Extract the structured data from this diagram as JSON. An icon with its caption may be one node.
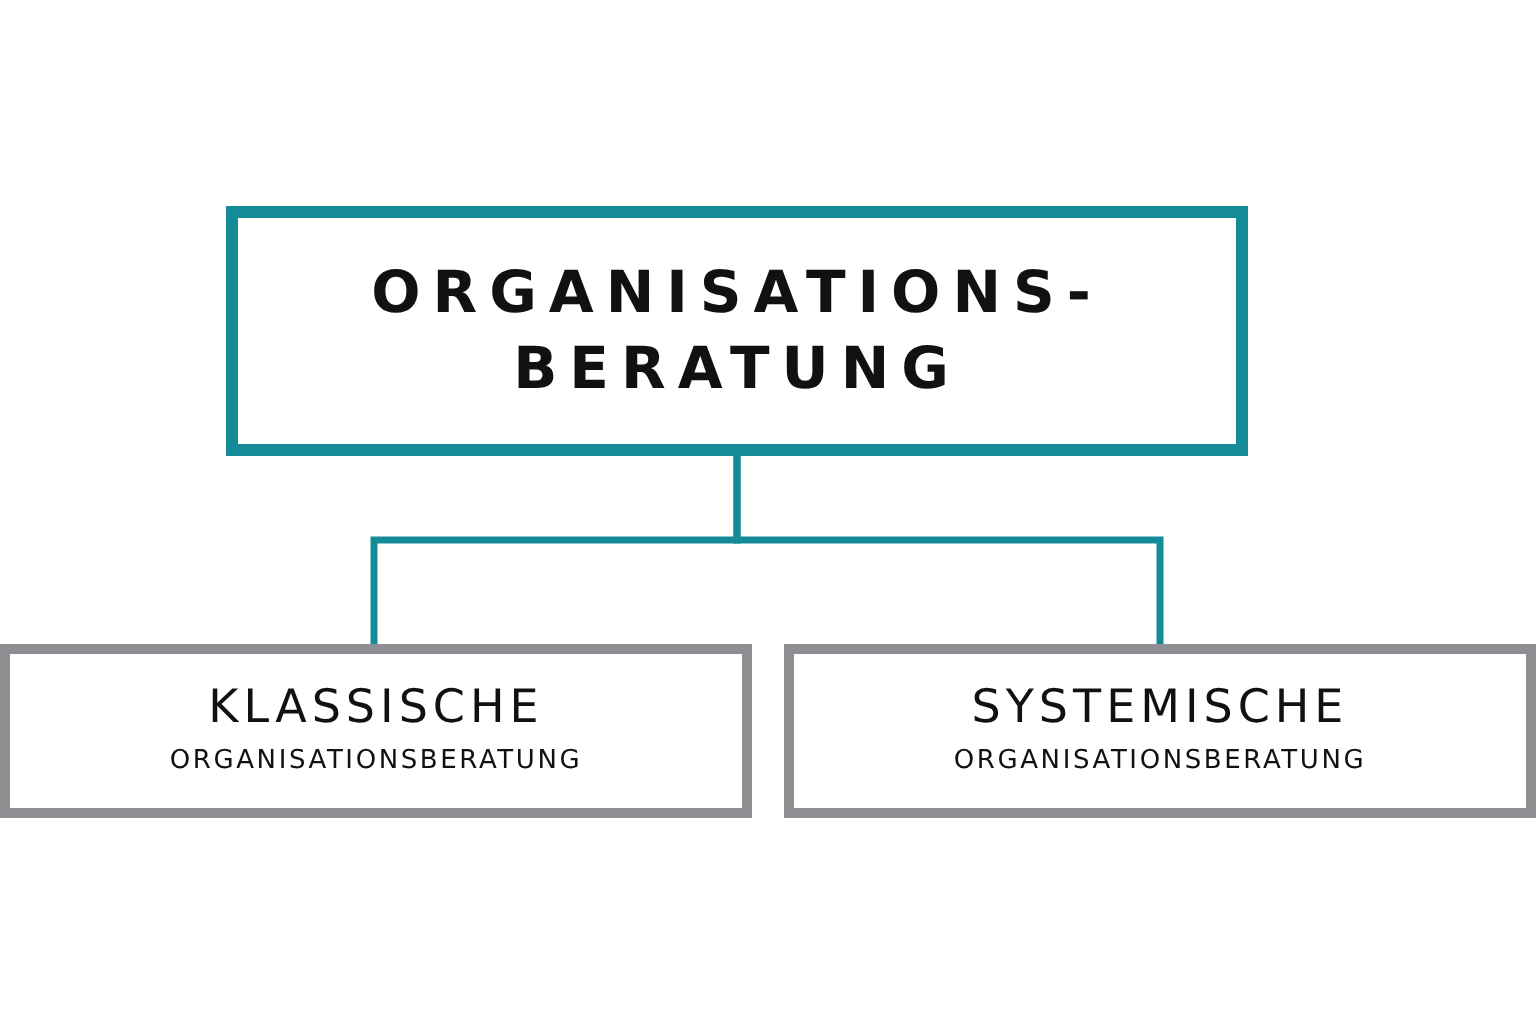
{
  "diagram": {
    "nodes": [
      {
        "text": [
          "ORGANISATIONS- BERATUNG"
        ]
      },
      {
        "text": [
          "KLASSISCHE",
          "ORGANISATIONSBERATUNG"
        ]
      },
      {
        "text": [
          "SYSTEMISCHE",
          "ORGANISATIONSBERATUNG"
        ]
      }
    ],
    "edges": [
      {
        "from": 0,
        "to": 1,
        "arrow": "none"
      },
      {
        "from": 0,
        "to": 2,
        "arrow": "none"
      }
    ]
  }
}
